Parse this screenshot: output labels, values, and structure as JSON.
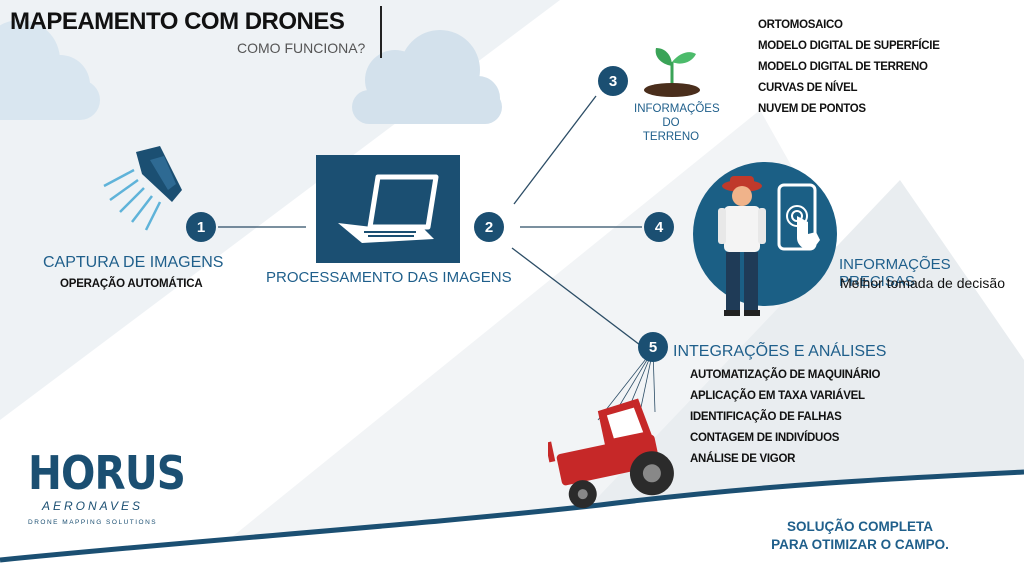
{
  "header": {
    "title": "MAPEAMENTO COM DRONES",
    "subtitle": "COMO FUNCIONA?"
  },
  "steps": {
    "s1": {
      "number": "1",
      "title": "CAPTURA DE IMAGENS",
      "subtitle": "OPERAÇÃO AUTOMÁTICA"
    },
    "s2": {
      "number": "2",
      "title": "PROCESSAMENTO DAS IMAGENS"
    },
    "s3": {
      "number": "3",
      "title_line1": "INFORMAÇÕES",
      "title_line2": "DO TERRENO"
    },
    "s4": {
      "number": "4",
      "title": "INFORMAÇÕES PRECISAS",
      "subtitle": "Melhor tomada de decisão"
    },
    "s5": {
      "number": "5",
      "title": "INTEGRAÇÕES E ANÁLISES"
    }
  },
  "terrain_products": [
    "ORTOMOSAICO",
    "MODELO DIGITAL DE SUPERFÍCIE",
    "MODELO DIGITAL DE TERRENO",
    "CURVAS DE NÍVEL",
    "NUVEM DE PONTOS"
  ],
  "integrations": [
    "AUTOMATIZAÇÃO DE MAQUINÁRIO",
    "APLICAÇÃO EM TAXA VARIÁVEL",
    "IDENTIFICAÇÃO DE FALHAS",
    "CONTAGEM DE INDIVÍDUOS",
    "ANÁLISE DE VIGOR"
  ],
  "footer": {
    "line1": "SOLUÇÃO COMPLETA",
    "line2": "PARA OTIMIZAR O CAMPO."
  },
  "logo": {
    "name": "HORUS",
    "sub": "AERONAVES",
    "tagline": "DRONE MAPPING SOLUTIONS"
  },
  "colors": {
    "primary": "#1b4f72",
    "accent_blue": "#1f5f8b",
    "tractor": "#c62828",
    "cloud": "#d6e4ef"
  },
  "icons": [
    "drone-camera-icon",
    "laptop-icon",
    "sprout-icon",
    "farmer-icon",
    "touch-phone-icon",
    "tractor-icon",
    "cloud-icon"
  ]
}
